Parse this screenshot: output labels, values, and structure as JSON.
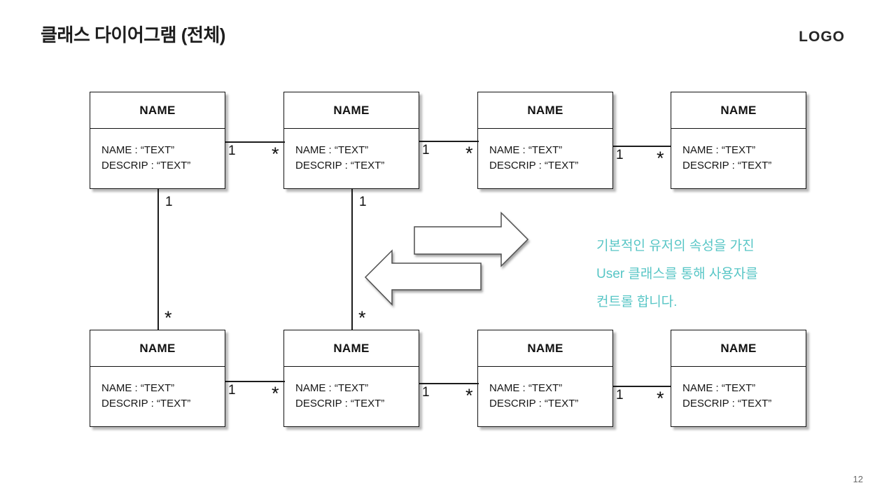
{
  "slide": {
    "title": "클래스 다이어그램 (전체)",
    "logo_text": "LOGO",
    "page_number": "12"
  },
  "class_box": {
    "header": "NAME",
    "attr_line1": "NAME : “TEXT”",
    "attr_line2": "DESCRIP : “TEXT”"
  },
  "multiplicity": {
    "one": "1",
    "many": "*"
  },
  "annotation": {
    "color": "#58c6c6",
    "line1": "기본적인 유저의 속성을 가진",
    "line2": "User 클래스를 통해 사용자를",
    "line3": "컨트롤 합니다."
  },
  "diagram": {
    "type": "uml-class-diagram",
    "rows": 2,
    "columns": 4,
    "boxes_total": 8,
    "horizontal_links": [
      {
        "row": "top",
        "from": 1,
        "to": 2,
        "from_label": "1",
        "to_label": "*"
      },
      {
        "row": "top",
        "from": 2,
        "to": 3,
        "from_label": "1",
        "to_label": "*"
      },
      {
        "row": "top",
        "from": 3,
        "to": 4,
        "from_label": "1",
        "to_label": "*"
      },
      {
        "row": "bottom",
        "from": 1,
        "to": 2,
        "from_label": "1",
        "to_label": "*"
      },
      {
        "row": "bottom",
        "from": 2,
        "to": 3,
        "from_label": "1",
        "to_label": "*"
      },
      {
        "row": "bottom",
        "from": 3,
        "to": 4,
        "from_label": "1",
        "to_label": "*"
      }
    ],
    "vertical_links": [
      {
        "from": "top-1",
        "to": "bottom-1",
        "from_label": "1",
        "to_label": "*"
      },
      {
        "from": "top-2",
        "to": "bottom-2",
        "from_label": "1",
        "to_label": "*"
      }
    ],
    "arrows": [
      "right",
      "left"
    ]
  }
}
